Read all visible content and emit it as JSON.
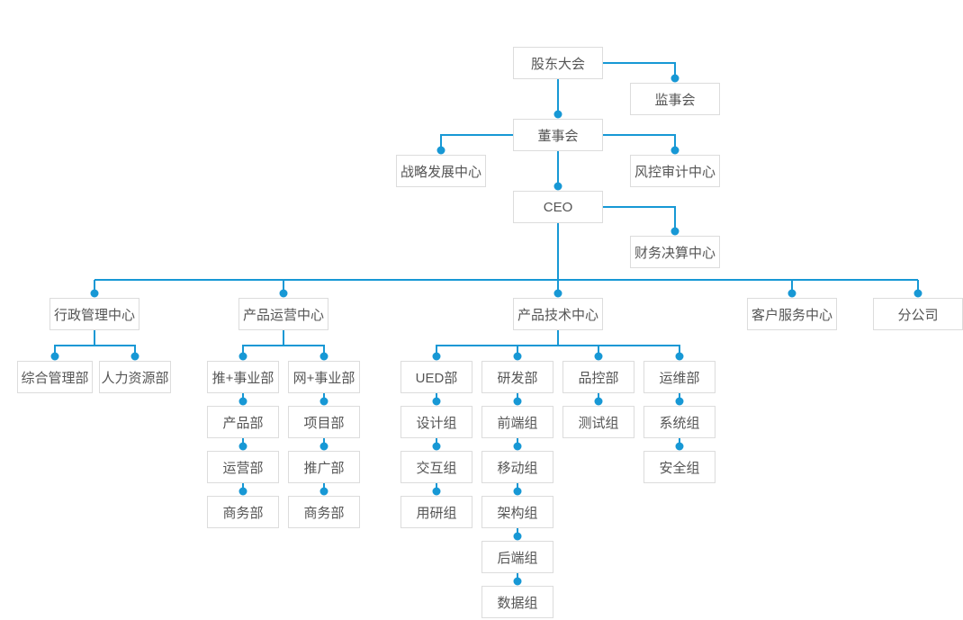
{
  "org_chart": {
    "colors": {
      "connector_line": "#1798d5",
      "connector_dot": "#1798d5",
      "node_border": "#dcdcdc",
      "node_text": "#555555",
      "node_background": "#ffffff",
      "page_background": "#ffffff"
    },
    "root": {
      "label": "股东大会",
      "children": [
        {
          "label": "监事会"
        },
        {
          "label": "董事会",
          "children": [
            {
              "label": "战略发展中心"
            },
            {
              "label": "风控审计中心"
            },
            {
              "label": "CEO",
              "children": [
                {
                  "label": "财务决算中心"
                },
                {
                  "label": "行政管理中心",
                  "children": [
                    {
                      "label": "综合管理部"
                    },
                    {
                      "label": "人力资源部"
                    }
                  ]
                },
                {
                  "label": "产品运营中心",
                  "children": [
                    {
                      "label": "推+事业部",
                      "stack": [
                        "产品部",
                        "运营部",
                        "商务部"
                      ]
                    },
                    {
                      "label": "网+事业部",
                      "stack": [
                        "项目部",
                        "推广部",
                        "商务部"
                      ]
                    }
                  ]
                },
                {
                  "label": "产品技术中心",
                  "children": [
                    {
                      "label": "UED部",
                      "stack": [
                        "设计组",
                        "交互组",
                        "用研组"
                      ]
                    },
                    {
                      "label": "研发部",
                      "stack": [
                        "前端组",
                        "移动组",
                        "架构组",
                        "后端组",
                        "数据组"
                      ]
                    },
                    {
                      "label": "品控部",
                      "stack": [
                        "测试组"
                      ]
                    },
                    {
                      "label": "运维部",
                      "stack": [
                        "系统组",
                        "安全组"
                      ]
                    }
                  ]
                },
                {
                  "label": "客户服务中心"
                },
                {
                  "label": "分公司"
                }
              ]
            }
          ]
        }
      ]
    }
  }
}
